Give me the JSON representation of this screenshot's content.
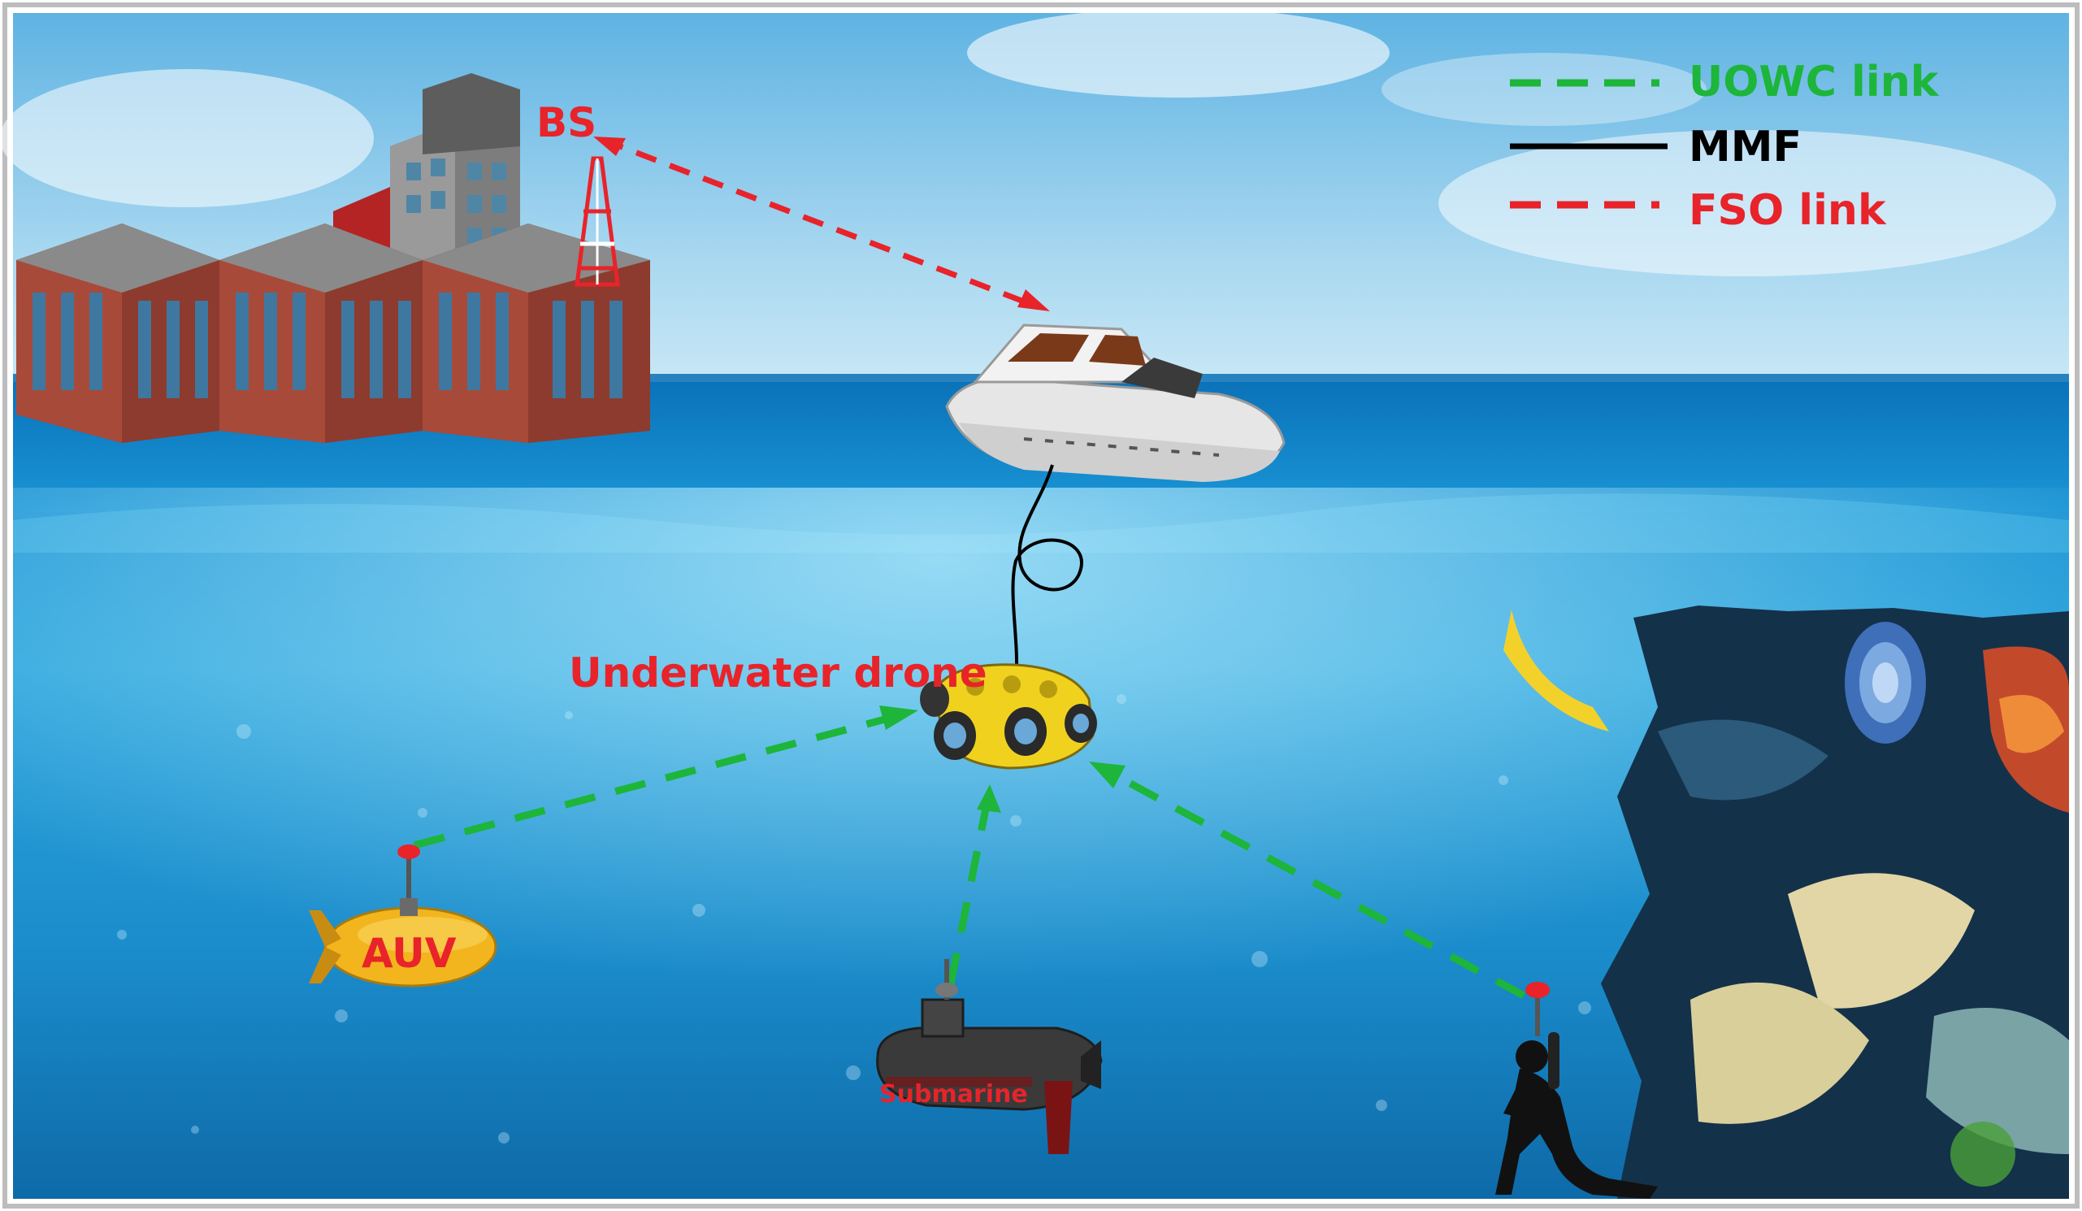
{
  "labels": {
    "bs": "BS",
    "drone": "Underwater drone",
    "auv": "AUV",
    "submarine": "Submarine"
  },
  "legend": [
    {
      "label": "UOWC link",
      "style": "dashed",
      "color": "#1db53a"
    },
    {
      "label": "MMF",
      "style": "solid",
      "color": "#000000"
    },
    {
      "label": "FSO link",
      "style": "dashed",
      "color": "#e8232a"
    }
  ],
  "colors": {
    "uowc": "#1db53a",
    "fso": "#e8232a",
    "mmf": "#000000",
    "label_red": "#e8232a",
    "sky": "#7ec3e6",
    "sea_surface": "#1a8fd0",
    "sea_deep": "#0e6fae",
    "building_brick": "#9c4a3a",
    "auv_yellow": "#f2b51d",
    "drone_yellow": "#f0d21e"
  },
  "icons": [
    "building-icon",
    "antenna-tower-icon",
    "yacht-icon",
    "underwater-drone-icon",
    "auv-icon",
    "submarine-icon",
    "diver-icon",
    "coral-reef-icon"
  ]
}
